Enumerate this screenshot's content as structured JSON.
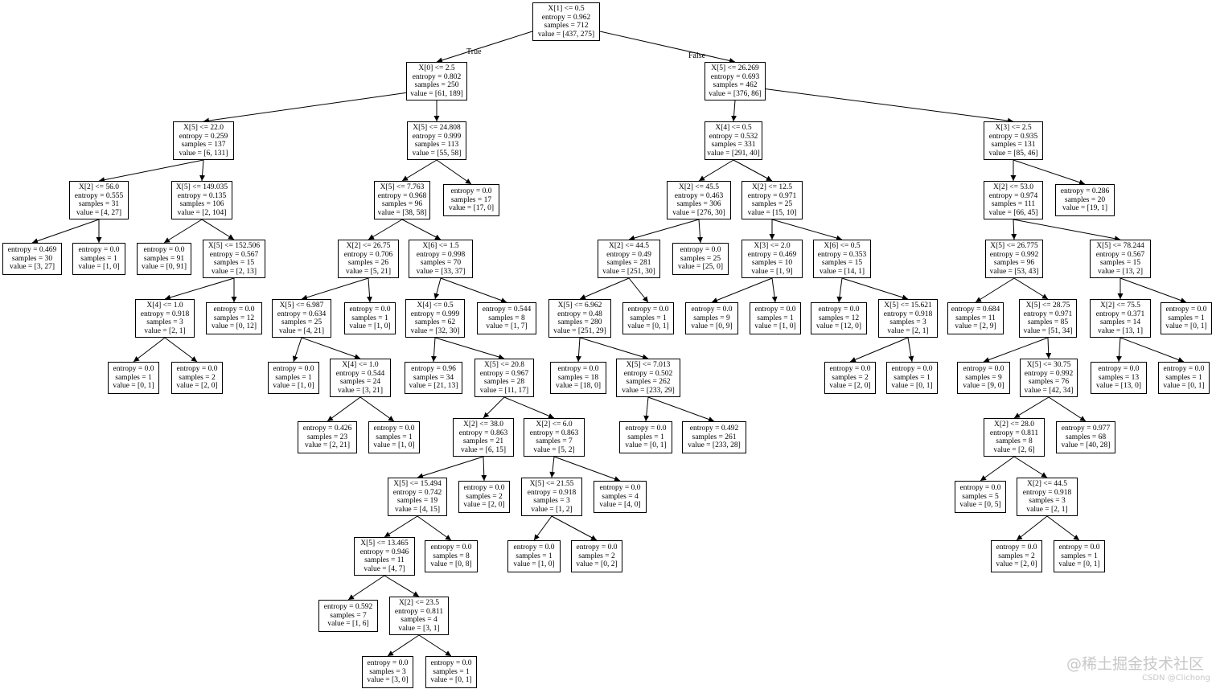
{
  "nodes": [
    {
      "id": "n0",
      "lines": [
        "X[1] <= 0.5",
        "entropy = 0.962",
        "samples = 712",
        "value = [437, 275]"
      ]
    },
    {
      "id": "n1",
      "lines": [
        "X[0] <= 2.5",
        "entropy = 0.802",
        "samples = 250",
        "value = [61, 189]"
      ]
    },
    {
      "id": "n2",
      "lines": [
        "X[5] <= 26.269",
        "entropy = 0.693",
        "samples = 462",
        "value = [376, 86]"
      ]
    },
    {
      "id": "n3",
      "lines": [
        "X[5] <= 22.0",
        "entropy = 0.259",
        "samples = 137",
        "value = [6, 131]"
      ]
    },
    {
      "id": "n4",
      "lines": [
        "X[5] <= 24.808",
        "entropy = 0.999",
        "samples = 113",
        "value = [55, 58]"
      ]
    },
    {
      "id": "n5",
      "lines": [
        "X[4] <= 0.5",
        "entropy = 0.532",
        "samples = 331",
        "value = [291, 40]"
      ]
    },
    {
      "id": "n6",
      "lines": [
        "X[3] <= 2.5",
        "entropy = 0.935",
        "samples = 131",
        "value = [85, 46]"
      ]
    },
    {
      "id": "n7",
      "lines": [
        "X[2] <= 56.0",
        "entropy = 0.555",
        "samples = 31",
        "value = [4, 27]"
      ]
    },
    {
      "id": "n8",
      "lines": [
        "X[5] <= 149.035",
        "entropy = 0.135",
        "samples = 106",
        "value = [2, 104]"
      ]
    },
    {
      "id": "n9",
      "lines": [
        "X[5] <= 7.763",
        "entropy = 0.968",
        "samples = 96",
        "value = [38, 58]"
      ]
    },
    {
      "id": "n10",
      "lines": [
        "entropy = 0.0",
        "samples = 17",
        "value = [17, 0]"
      ]
    },
    {
      "id": "n11",
      "lines": [
        "X[2] <= 45.5",
        "entropy = 0.463",
        "samples = 306",
        "value = [276, 30]"
      ]
    },
    {
      "id": "n12",
      "lines": [
        "X[2] <= 12.5",
        "entropy = 0.971",
        "samples = 25",
        "value = [15, 10]"
      ]
    },
    {
      "id": "n13",
      "lines": [
        "X[2] <= 53.0",
        "entropy = 0.974",
        "samples = 111",
        "value = [66, 45]"
      ]
    },
    {
      "id": "n14",
      "lines": [
        "entropy = 0.286",
        "samples = 20",
        "value = [19, 1]"
      ]
    },
    {
      "id": "n15",
      "lines": [
        "entropy = 0.469",
        "samples = 30",
        "value = [3, 27]"
      ]
    },
    {
      "id": "n16",
      "lines": [
        "entropy = 0.0",
        "samples = 1",
        "value = [1, 0]"
      ]
    },
    {
      "id": "n17",
      "lines": [
        "entropy = 0.0",
        "samples = 91",
        "value = [0, 91]"
      ]
    },
    {
      "id": "n18",
      "lines": [
        "X[5] <= 152.506",
        "entropy = 0.567",
        "samples = 15",
        "value = [2, 13]"
      ]
    },
    {
      "id": "n19",
      "lines": [
        "X[2] <= 26.75",
        "entropy = 0.706",
        "samples = 26",
        "value = [5, 21]"
      ]
    },
    {
      "id": "n20",
      "lines": [
        "X[6] <= 1.5",
        "entropy = 0.998",
        "samples = 70",
        "value = [33, 37]"
      ]
    },
    {
      "id": "n21",
      "lines": [
        "X[2] <= 44.5",
        "entropy = 0.49",
        "samples = 281",
        "value = [251, 30]"
      ]
    },
    {
      "id": "n22",
      "lines": [
        "entropy = 0.0",
        "samples = 25",
        "value = [25, 0]"
      ]
    },
    {
      "id": "n23",
      "lines": [
        "X[3] <= 2.0",
        "entropy = 0.469",
        "samples = 10",
        "value = [1, 9]"
      ]
    },
    {
      "id": "n24",
      "lines": [
        "X[6] <= 0.5",
        "entropy = 0.353",
        "samples = 15",
        "value = [14, 1]"
      ]
    },
    {
      "id": "n25",
      "lines": [
        "X[5] <= 26.775",
        "entropy = 0.992",
        "samples = 96",
        "value = [53, 43]"
      ]
    },
    {
      "id": "n26",
      "lines": [
        "X[5] <= 78.244",
        "entropy = 0.567",
        "samples = 15",
        "value = [13, 2]"
      ]
    },
    {
      "id": "n27",
      "lines": [
        "X[4] <= 1.0",
        "entropy = 0.918",
        "samples = 3",
        "value = [2, 1]"
      ]
    },
    {
      "id": "n28",
      "lines": [
        "entropy = 0.0",
        "samples = 12",
        "value = [0, 12]"
      ]
    },
    {
      "id": "n29",
      "lines": [
        "X[5] <= 6.987",
        "entropy = 0.634",
        "samples = 25",
        "value = [4, 21]"
      ]
    },
    {
      "id": "n30",
      "lines": [
        "entropy = 0.0",
        "samples = 1",
        "value = [1, 0]"
      ]
    },
    {
      "id": "n31",
      "lines": [
        "X[4] <= 0.5",
        "entropy = 0.999",
        "samples = 62",
        "value = [32, 30]"
      ]
    },
    {
      "id": "n32",
      "lines": [
        "entropy = 0.544",
        "samples = 8",
        "value = [1, 7]"
      ]
    },
    {
      "id": "n33",
      "lines": [
        "X[5] <= 6.962",
        "entropy = 0.48",
        "samples = 280",
        "value = [251, 29]"
      ]
    },
    {
      "id": "n34",
      "lines": [
        "entropy = 0.0",
        "samples = 1",
        "value = [0, 1]"
      ]
    },
    {
      "id": "n35",
      "lines": [
        "entropy = 0.0",
        "samples = 9",
        "value = [0, 9]"
      ]
    },
    {
      "id": "n36",
      "lines": [
        "entropy = 0.0",
        "samples = 1",
        "value = [1, 0]"
      ]
    },
    {
      "id": "n37",
      "lines": [
        "entropy = 0.0",
        "samples = 12",
        "value = [12, 0]"
      ]
    },
    {
      "id": "n38",
      "lines": [
        "X[5] <= 15.621",
        "entropy = 0.918",
        "samples = 3",
        "value = [2, 1]"
      ]
    },
    {
      "id": "n39",
      "lines": [
        "entropy = 0.684",
        "samples = 11",
        "value = [2, 9]"
      ]
    },
    {
      "id": "n40",
      "lines": [
        "X[5] <= 28.75",
        "entropy = 0.971",
        "samples = 85",
        "value = [51, 34]"
      ]
    },
    {
      "id": "n41",
      "lines": [
        "X[2] <= 75.5",
        "entropy = 0.371",
        "samples = 14",
        "value = [13, 1]"
      ]
    },
    {
      "id": "n42",
      "lines": [
        "entropy = 0.0",
        "samples = 1",
        "value = [0, 1]"
      ]
    },
    {
      "id": "n43",
      "lines": [
        "entropy = 0.0",
        "samples = 1",
        "value = [0, 1]"
      ]
    },
    {
      "id": "n44",
      "lines": [
        "entropy = 0.0",
        "samples = 2",
        "value = [2, 0]"
      ]
    },
    {
      "id": "n45",
      "lines": [
        "entropy = 0.0",
        "samples = 1",
        "value = [1, 0]"
      ]
    },
    {
      "id": "n46",
      "lines": [
        "X[4] <= 1.0",
        "entropy = 0.544",
        "samples = 24",
        "value = [3, 21]"
      ]
    },
    {
      "id": "n47",
      "lines": [
        "entropy = 0.96",
        "samples = 34",
        "value = [21, 13]"
      ]
    },
    {
      "id": "n48",
      "lines": [
        "X[5] <= 20.8",
        "entropy = 0.967",
        "samples = 28",
        "value = [11, 17]"
      ]
    },
    {
      "id": "n49",
      "lines": [
        "entropy = 0.0",
        "samples = 18",
        "value = [18, 0]"
      ]
    },
    {
      "id": "n50",
      "lines": [
        "X[5] <= 7.013",
        "entropy = 0.502",
        "samples = 262",
        "value = [233, 29]"
      ]
    },
    {
      "id": "n51",
      "lines": [
        "entropy = 0.0",
        "samples = 2",
        "value = [2, 0]"
      ]
    },
    {
      "id": "n52",
      "lines": [
        "entropy = 0.0",
        "samples = 1",
        "value = [0, 1]"
      ]
    },
    {
      "id": "n53",
      "lines": [
        "entropy = 0.0",
        "samples = 9",
        "value = [9, 0]"
      ]
    },
    {
      "id": "n54",
      "lines": [
        "X[5] <= 30.75",
        "entropy = 0.992",
        "samples = 76",
        "value = [42, 34]"
      ]
    },
    {
      "id": "n55",
      "lines": [
        "entropy = 0.0",
        "samples = 13",
        "value = [13, 0]"
      ]
    },
    {
      "id": "n56",
      "lines": [
        "entropy = 0.0",
        "samples = 1",
        "value = [0, 1]"
      ]
    },
    {
      "id": "n57",
      "lines": [
        "entropy = 0.426",
        "samples = 23",
        "value = [2, 21]"
      ]
    },
    {
      "id": "n58",
      "lines": [
        "entropy = 0.0",
        "samples = 1",
        "value = [1, 0]"
      ]
    },
    {
      "id": "n59",
      "lines": [
        "X[2] <= 38.0",
        "entropy = 0.863",
        "samples = 21",
        "value = [6, 15]"
      ]
    },
    {
      "id": "n60",
      "lines": [
        "X[2] <= 6.0",
        "entropy = 0.863",
        "samples = 7",
        "value = [5, 2]"
      ]
    },
    {
      "id": "n61",
      "lines": [
        "entropy = 0.0",
        "samples = 1",
        "value = [0, 1]"
      ]
    },
    {
      "id": "n62",
      "lines": [
        "entropy = 0.492",
        "samples = 261",
        "value = [233, 28]"
      ]
    },
    {
      "id": "n63",
      "lines": [
        "X[2] <= 28.0",
        "entropy = 0.811",
        "samples = 8",
        "value = [2, 6]"
      ]
    },
    {
      "id": "n64",
      "lines": [
        "entropy = 0.977",
        "samples = 68",
        "value = [40, 28]"
      ]
    },
    {
      "id": "n65",
      "lines": [
        "X[5] <= 15.494",
        "entropy = 0.742",
        "samples = 19",
        "value = [4, 15]"
      ]
    },
    {
      "id": "n66",
      "lines": [
        "entropy = 0.0",
        "samples = 2",
        "value = [2, 0]"
      ]
    },
    {
      "id": "n67",
      "lines": [
        "X[5] <= 21.55",
        "entropy = 0.918",
        "samples = 3",
        "value = [1, 2]"
      ]
    },
    {
      "id": "n68",
      "lines": [
        "entropy = 0.0",
        "samples = 4",
        "value = [4, 0]"
      ]
    },
    {
      "id": "n69",
      "lines": [
        "entropy = 0.0",
        "samples = 5",
        "value = [0, 5]"
      ]
    },
    {
      "id": "n70",
      "lines": [
        "X[2] <= 44.5",
        "entropy = 0.918",
        "samples = 3",
        "value = [2, 1]"
      ]
    },
    {
      "id": "n71",
      "lines": [
        "X[5] <= 13.465",
        "entropy = 0.946",
        "samples = 11",
        "value = [4, 7]"
      ]
    },
    {
      "id": "n72",
      "lines": [
        "entropy = 0.0",
        "samples = 8",
        "value = [0, 8]"
      ]
    },
    {
      "id": "n73",
      "lines": [
        "entropy = 0.0",
        "samples = 1",
        "value = [1, 0]"
      ]
    },
    {
      "id": "n74",
      "lines": [
        "entropy = 0.0",
        "samples = 2",
        "value = [0, 2]"
      ]
    },
    {
      "id": "n75",
      "lines": [
        "entropy = 0.0",
        "samples = 2",
        "value = [2, 0]"
      ]
    },
    {
      "id": "n76",
      "lines": [
        "entropy = 0.0",
        "samples = 1",
        "value = [0, 1]"
      ]
    },
    {
      "id": "n77",
      "lines": [
        "entropy = 0.592",
        "samples = 7",
        "value = [1, 6]"
      ]
    },
    {
      "id": "n78",
      "lines": [
        "X[2] <= 23.5",
        "entropy = 0.811",
        "samples = 4",
        "value = [3, 1]"
      ]
    },
    {
      "id": "n79",
      "lines": [
        "entropy = 0.0",
        "samples = 3",
        "value = [3, 0]"
      ]
    },
    {
      "id": "n80",
      "lines": [
        "entropy = 0.0",
        "samples = 1",
        "value = [0, 1]"
      ]
    }
  ],
  "edges": [
    [
      "n0",
      "n1"
    ],
    [
      "n0",
      "n2"
    ],
    [
      "n1",
      "n3"
    ],
    [
      "n1",
      "n4"
    ],
    [
      "n2",
      "n5"
    ],
    [
      "n2",
      "n6"
    ],
    [
      "n3",
      "n7"
    ],
    [
      "n3",
      "n8"
    ],
    [
      "n4",
      "n9"
    ],
    [
      "n4",
      "n10"
    ],
    [
      "n5",
      "n11"
    ],
    [
      "n5",
      "n12"
    ],
    [
      "n6",
      "n13"
    ],
    [
      "n6",
      "n14"
    ],
    [
      "n7",
      "n15"
    ],
    [
      "n7",
      "n16"
    ],
    [
      "n8",
      "n17"
    ],
    [
      "n8",
      "n18"
    ],
    [
      "n9",
      "n19"
    ],
    [
      "n9",
      "n20"
    ],
    [
      "n11",
      "n21"
    ],
    [
      "n11",
      "n22"
    ],
    [
      "n12",
      "n23"
    ],
    [
      "n12",
      "n24"
    ],
    [
      "n13",
      "n25"
    ],
    [
      "n13",
      "n26"
    ],
    [
      "n18",
      "n27"
    ],
    [
      "n18",
      "n28"
    ],
    [
      "n19",
      "n29"
    ],
    [
      "n19",
      "n30"
    ],
    [
      "n20",
      "n31"
    ],
    [
      "n20",
      "n32"
    ],
    [
      "n21",
      "n33"
    ],
    [
      "n21",
      "n34"
    ],
    [
      "n23",
      "n35"
    ],
    [
      "n23",
      "n36"
    ],
    [
      "n24",
      "n37"
    ],
    [
      "n24",
      "n38"
    ],
    [
      "n25",
      "n39"
    ],
    [
      "n25",
      "n40"
    ],
    [
      "n26",
      "n41"
    ],
    [
      "n26",
      "n42"
    ],
    [
      "n27",
      "n43"
    ],
    [
      "n27",
      "n44"
    ],
    [
      "n29",
      "n45"
    ],
    [
      "n29",
      "n46"
    ],
    [
      "n31",
      "n47"
    ],
    [
      "n31",
      "n48"
    ],
    [
      "n33",
      "n49"
    ],
    [
      "n33",
      "n50"
    ],
    [
      "n38",
      "n51"
    ],
    [
      "n38",
      "n52"
    ],
    [
      "n40",
      "n53"
    ],
    [
      "n40",
      "n54"
    ],
    [
      "n41",
      "n55"
    ],
    [
      "n41",
      "n56"
    ],
    [
      "n46",
      "n57"
    ],
    [
      "n46",
      "n58"
    ],
    [
      "n48",
      "n59"
    ],
    [
      "n48",
      "n60"
    ],
    [
      "n50",
      "n61"
    ],
    [
      "n50",
      "n62"
    ],
    [
      "n54",
      "n63"
    ],
    [
      "n54",
      "n64"
    ],
    [
      "n59",
      "n65"
    ],
    [
      "n59",
      "n66"
    ],
    [
      "n60",
      "n67"
    ],
    [
      "n60",
      "n68"
    ],
    [
      "n63",
      "n69"
    ],
    [
      "n63",
      "n70"
    ],
    [
      "n65",
      "n71"
    ],
    [
      "n65",
      "n72"
    ],
    [
      "n67",
      "n73"
    ],
    [
      "n67",
      "n74"
    ],
    [
      "n70",
      "n75"
    ],
    [
      "n70",
      "n76"
    ],
    [
      "n71",
      "n77"
    ],
    [
      "n71",
      "n78"
    ],
    [
      "n78",
      "n79"
    ],
    [
      "n78",
      "n80"
    ]
  ],
  "edge_labels": {
    "true": "True",
    "false": "False"
  },
  "watermark": {
    "main": "@稀土掘金技术社区",
    "sub": "CSDN @Clichong"
  }
}
